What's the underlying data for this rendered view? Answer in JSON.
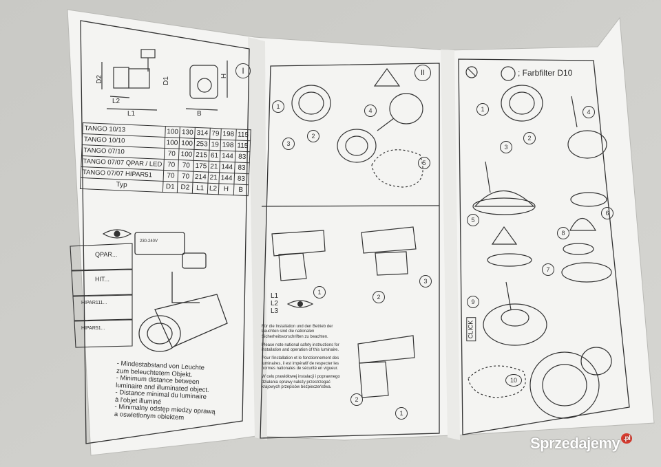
{
  "panel1": {
    "labels": {
      "d2": "D2",
      "d1": "D1",
      "l2": "L2",
      "l1": "L1",
      "b": "B",
      "h": "H",
      "roman": "I"
    },
    "table": {
      "rows": [
        {
          "name": "TANGO 10/13",
          "d1": "100",
          "d2": "130",
          "l1": "314",
          "l2": "79",
          "h": "198",
          "b": "115"
        },
        {
          "name": "TANGO 10/10",
          "d1": "100",
          "d2": "100",
          "l1": "253",
          "l2": "19",
          "h": "198",
          "b": "115"
        },
        {
          "name": "TANGO 07/10",
          "d1": "70",
          "d2": "100",
          "l1": "215",
          "l2": "61",
          "h": "144",
          "b": "83"
        },
        {
          "name": "TANGO 07/07 QPAR / LED",
          "d1": "70",
          "d2": "70",
          "l1": "175",
          "l2": "21",
          "h": "144",
          "b": "83"
        },
        {
          "name": "TANGO 07/07 HIPAR51",
          "d1": "70",
          "d2": "70",
          "l1": "214",
          "l2": "21",
          "h": "144",
          "b": "83"
        }
      ],
      "footer": {
        "name": "Typ",
        "d1": "D1",
        "d2": "D2",
        "l1": "L1",
        "l2": "L2",
        "h": "H",
        "b": "B"
      }
    },
    "lamp_types": [
      "QPAR...",
      "HIT...",
      "HIPAR111...",
      "HIPAR51..."
    ],
    "label_text": "230-240V",
    "notes": [
      "- Mindestabstand von Leuchte",
      "zum beleuchtetem Objekt.",
      "- Minimum distance between",
      "luminaire and illuminated object.",
      "- Distance minimal du luminaire",
      "à l'objet illuminé",
      "- Minimalny odstęp miedzy oprawą",
      "a oswietlonym obiektem"
    ]
  },
  "panel2": {
    "roman": "II",
    "steps_top": [
      "1",
      "2",
      "3",
      "4",
      "5"
    ],
    "steps_bottom": [
      "1",
      "2",
      "3"
    ],
    "phase_labels": [
      "L1",
      "L2",
      "L3"
    ],
    "safety_texts": [
      "Für die Installation und den Betrieb der Leuchten sind die nationalen Sicherheitsvorschriften zu beachten.",
      "Please note national safety instructions for installation and operation of this luminaire.",
      "Pour l'installation et le fonctionnement des luminaires, il est impératif de respecter les normes nationales de sécurité en vigueur.",
      "W celu prawidłowej instalacji i poprawnego działania oprawy należy przestrzegać krajowych przepisów bezpieczeństwa."
    ]
  },
  "panel3": {
    "title": "; Farbfilter D10",
    "steps": [
      "1",
      "2",
      "3",
      "4",
      "5",
      "6",
      "7",
      "8",
      "9",
      "10"
    ],
    "click_label": "CLICK"
  },
  "watermark": {
    "text": "Sprzedajemy",
    "suffix": ".pl"
  }
}
